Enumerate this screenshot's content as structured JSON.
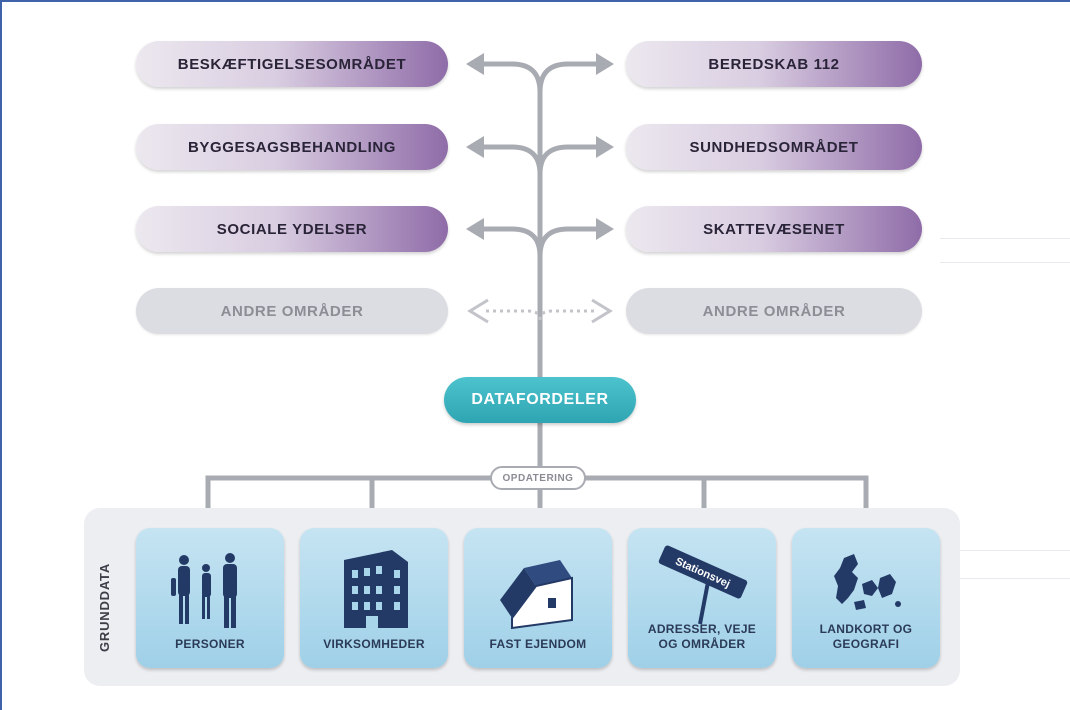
{
  "areas_left": [
    "BESKÆFTIGELSESOMRÅDET",
    "BYGGESAGSBEHANDLING",
    "SOCIALE YDELSER",
    "ANDRE OMRÅDER"
  ],
  "areas_right": [
    "BEREDSKAB 112",
    "SUNDHEDSOMRÅDET",
    "SKATTEVÆSENET",
    "ANDRE OMRÅDER"
  ],
  "hub": "DATAFORDELER",
  "update_label": "OPDATERING",
  "grunddata_label": "GRUNDDATA",
  "grunddata": [
    {
      "label": "PERSONER",
      "icon": "people-icon"
    },
    {
      "label": "VIRKSOMHEDER",
      "icon": "building-icon"
    },
    {
      "label": "FAST EJENDOM",
      "icon": "house-icon"
    },
    {
      "label": "ADRESSER, VEJE\nOG OMRÅDER",
      "icon": "street-sign-icon"
    },
    {
      "label": "LANDKORT OG\nGEOGRAFI",
      "icon": "denmark-map-icon"
    }
  ],
  "sign_text": "Stationsvej",
  "colors": {
    "hub": "#35aebb",
    "pill_accent": "#8f6ca8",
    "connector": "#a9abb2",
    "card": "#a9d5ea"
  }
}
